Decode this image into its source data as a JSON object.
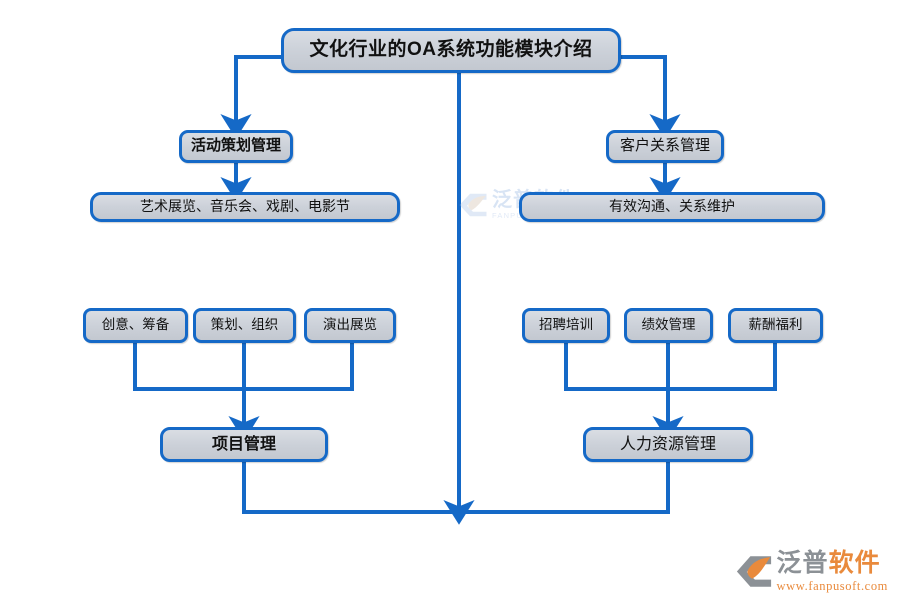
{
  "diagram": {
    "title_node": {
      "label": "文化行业的OA系统功能模块介绍"
    },
    "branches": {
      "left": {
        "header": {
          "label": "活动策划管理"
        },
        "banner": {
          "label": "艺术展览、音乐会、戏剧、电影节"
        },
        "items": [
          {
            "label": "创意、筹备"
          },
          {
            "label": "策划、组织"
          },
          {
            "label": "演出展览"
          }
        ],
        "result": {
          "label": "项目管理"
        }
      },
      "right": {
        "header": {
          "label": "客户关系管理"
        },
        "banner": {
          "label": "有效沟通、关系维护"
        },
        "items": [
          {
            "label": "招聘培训"
          },
          {
            "label": "绩效管理"
          },
          {
            "label": "薪酬福利"
          }
        ],
        "result": {
          "label": "人力资源管理"
        }
      }
    },
    "colors": {
      "connector": "#1569C7",
      "node_border": "#1569C7",
      "node_fill": "#ccd1d9",
      "watermark": "#7FA8DD",
      "logo_orange": "#E98A3C",
      "logo_gray": "#8C9196"
    }
  },
  "watermark": {
    "name": "泛普软件",
    "subtitle": "FANPU SOFTWARE"
  },
  "brand": {
    "name_part1": "泛普",
    "name_part2": "软件",
    "url": "www.fanpusoft.com"
  }
}
